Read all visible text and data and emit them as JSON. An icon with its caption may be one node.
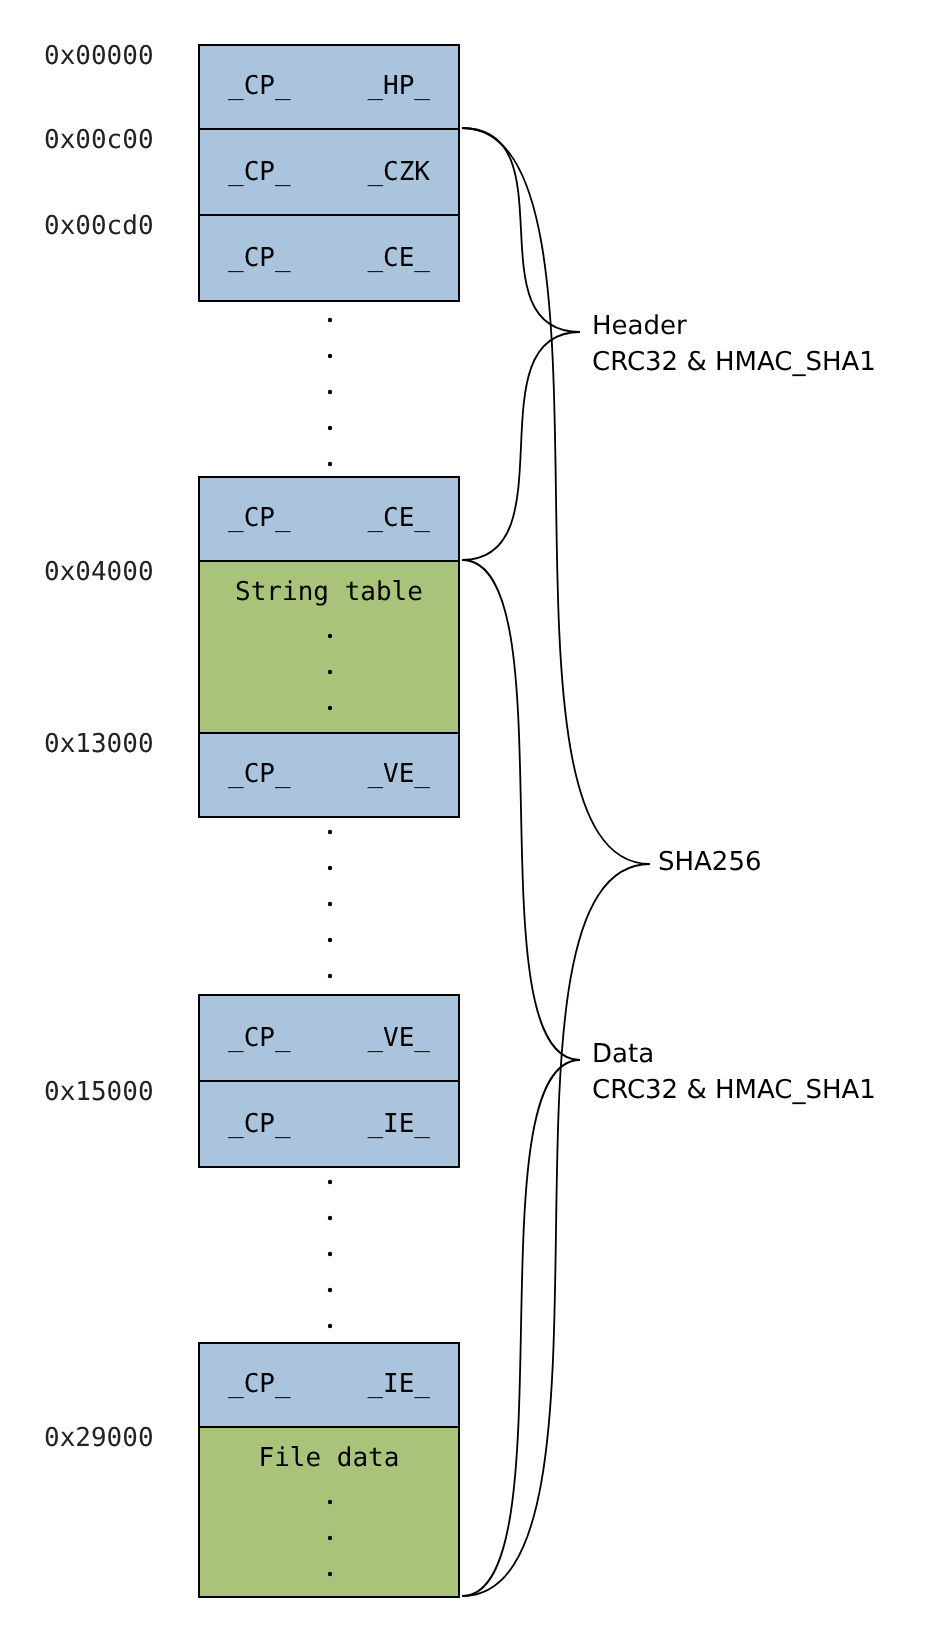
{
  "diagram": {
    "nodes": [
      {
        "text": [
          "_CP_",
          "_HP_"
        ],
        "beside": [
          "0x00000"
        ]
      },
      {
        "text": [
          "_CP_",
          "_CZK"
        ],
        "beside": [
          "0x00c00"
        ]
      },
      {
        "text": [
          "_CP_",
          "_CE_"
        ],
        "beside": [
          "0x00cd0"
        ]
      },
      {
        "text": [
          "_CP_",
          "_CE_"
        ]
      },
      {
        "text": [
          "String table"
        ],
        "beside": [
          "0x04000"
        ]
      },
      {
        "text": [
          "_CP_",
          "_VE_"
        ],
        "beside": [
          "0x13000"
        ]
      },
      {
        "text": [
          "_CP_",
          "_VE_"
        ]
      },
      {
        "text": [
          "_CP_",
          "_IE_"
        ],
        "beside": [
          "0x15000"
        ]
      },
      {
        "text": [
          "_CP_",
          "_IE_"
        ]
      },
      {
        "text": [
          "File data"
        ],
        "beside": [
          "0x29000"
        ]
      }
    ],
    "edges": [],
    "labels": [
      "Header",
      "CRC32 & HMAC_SHA1",
      "SHA256",
      "Data",
      "CRC32 & HMAC_SHA1"
    ]
  }
}
